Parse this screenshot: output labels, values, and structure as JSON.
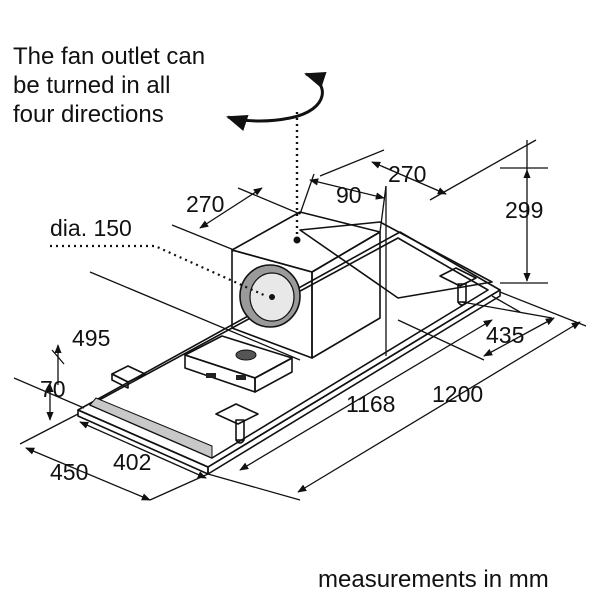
{
  "annotation": {
    "line1": "The fan outlet can",
    "line2": "be turned in all",
    "line3": "four directions"
  },
  "labels": {
    "dia": "dia. 150",
    "d270_left": "270",
    "d90": "90",
    "d270_right": "270",
    "d299": "299",
    "d495": "495",
    "d70": "70",
    "d435": "435",
    "d1168": "1168",
    "d1200": "1200",
    "d450": "450",
    "d402": "402"
  },
  "footer": "measurements in mm",
  "colors": {
    "panel_light": "#d9d9d9",
    "panel_mid": "#bdbdbd",
    "panel_dark": "#8f8f8f",
    "line": "#111111"
  }
}
